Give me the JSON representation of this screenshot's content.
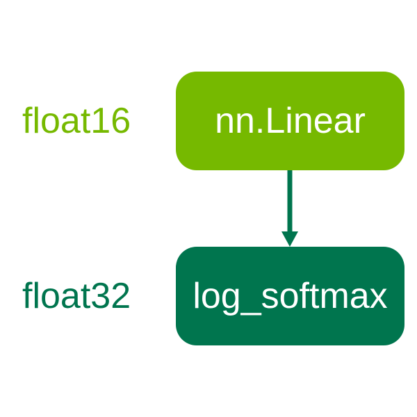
{
  "diagram": {
    "description": "Two-node vertical flow diagram showing mixed-precision dtypes of operations",
    "nodes": [
      {
        "id": "nn_linear",
        "label": "nn.Linear",
        "dtype_label": "float16",
        "fill": "#76b900",
        "text_color": "#ffffff"
      },
      {
        "id": "log_softmax",
        "label": "log_softmax",
        "dtype_label": "float32",
        "fill": "#00754e",
        "text_color": "#ffffff"
      }
    ],
    "edges": [
      {
        "from": "nn_linear",
        "to": "log_softmax",
        "direction": "down",
        "color": "#00754e"
      }
    ]
  },
  "colors": {
    "nvidia-green": "#76b900",
    "dark-green": "#00754e",
    "background": "#ffffff"
  }
}
